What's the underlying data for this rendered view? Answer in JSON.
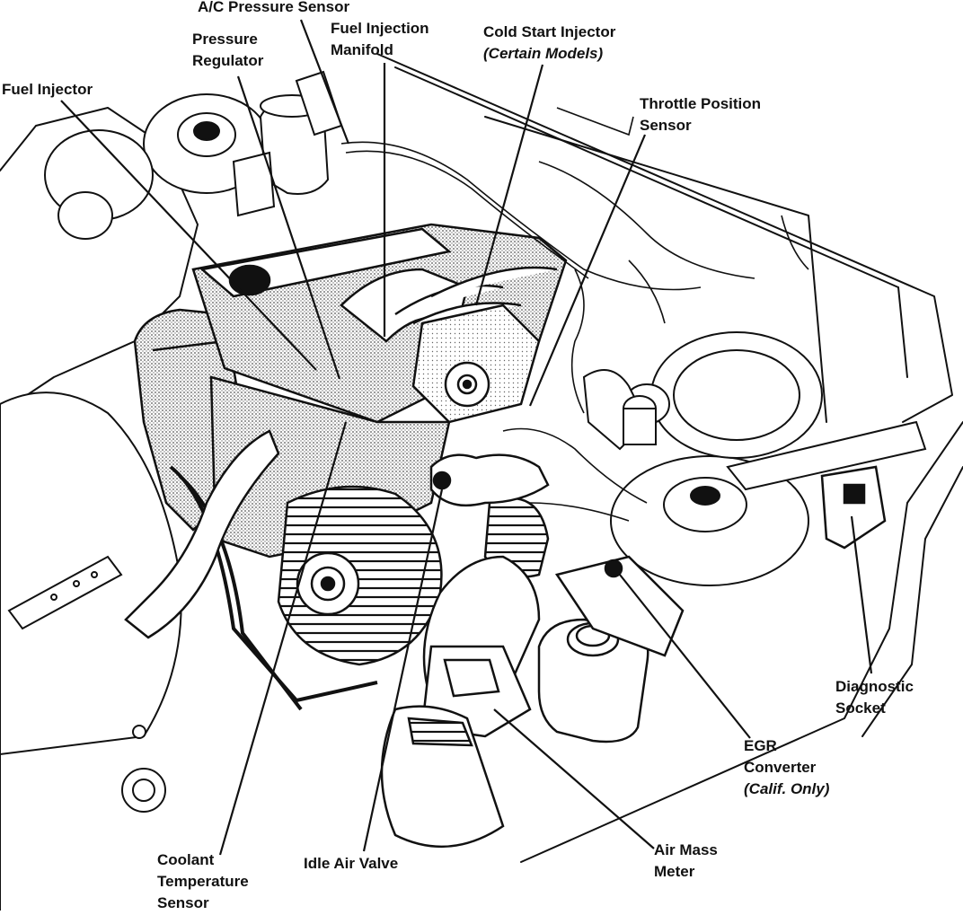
{
  "labels": {
    "ac_pressure_sensor": "A/C Pressure Sensor",
    "pressure_regulator": [
      "Pressure",
      "Regulator"
    ],
    "fuel_injection_manifold": [
      "Fuel Injection",
      "Manifold"
    ],
    "cold_start_injector": [
      "Cold Start Injector",
      "(Certain Models)"
    ],
    "fuel_injector": "Fuel Injector",
    "throttle_position_sensor": [
      "Throttle Position",
      "Sensor"
    ],
    "diagnostic_socket": [
      "Diagnostic",
      "Socket"
    ],
    "egr_converter": [
      "EGR",
      "Converter",
      "(Calif. Only)"
    ],
    "air_mass_meter": [
      "Air Mass",
      "Meter"
    ],
    "idle_air_valve": "Idle Air Valve",
    "coolant_temperature_sensor": [
      "Coolant",
      "Temperature",
      "Sensor"
    ]
  },
  "colors": {
    "ink": "#111111",
    "stipple": "#8a8a8a",
    "background": "#ffffff"
  }
}
